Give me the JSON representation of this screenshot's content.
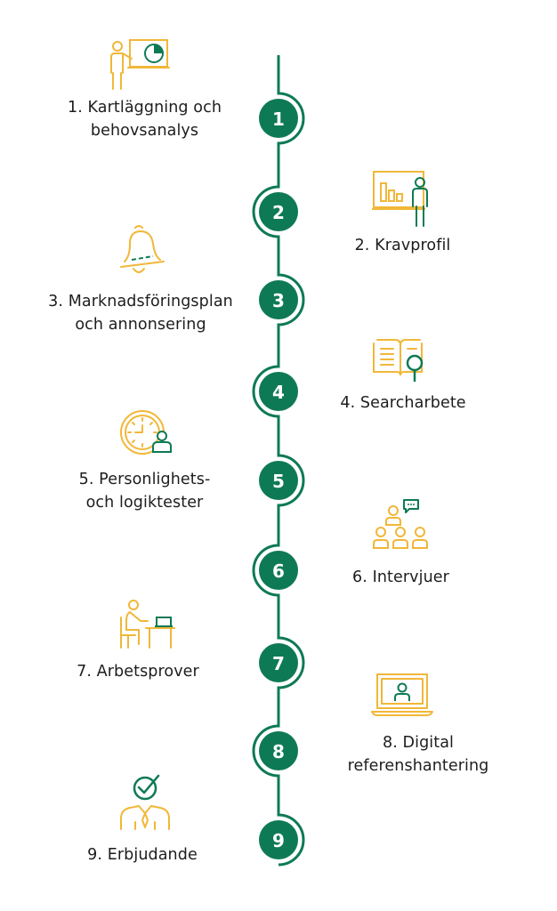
{
  "steps": [
    {
      "number": "1",
      "lines": [
        "1. Kartläggning och",
        "behovsanalys"
      ],
      "icon": "presentation-pie-chart-icon"
    },
    {
      "number": "2",
      "lines": [
        "2. Kravprofil"
      ],
      "icon": "presenter-bar-chart-icon"
    },
    {
      "number": "3",
      "lines": [
        "3. Marknadsföringsplan",
        "och annonsering"
      ],
      "icon": "bell-icon"
    },
    {
      "number": "4",
      "lines": [
        "4. Searcharbete"
      ],
      "icon": "book-magnifier-icon"
    },
    {
      "number": "5",
      "lines": [
        "5. Personlighets-",
        "och logiktester"
      ],
      "icon": "stopwatch-person-icon"
    },
    {
      "number": "6",
      "lines": [
        "6. Intervjuer"
      ],
      "icon": "group-interview-icon"
    },
    {
      "number": "7",
      "lines": [
        "7. Arbetsprover"
      ],
      "icon": "person-at-desk-icon"
    },
    {
      "number": "8",
      "lines": [
        "8. Digital",
        "referenshantering"
      ],
      "icon": "laptop-user-icon"
    },
    {
      "number": "9",
      "lines": [
        "9. Erbjudande"
      ],
      "icon": "person-checkmark-icon"
    }
  ],
  "colors": {
    "green": "#0e7a55",
    "gold": "#f1b738",
    "text": "#1d1d1d"
  }
}
